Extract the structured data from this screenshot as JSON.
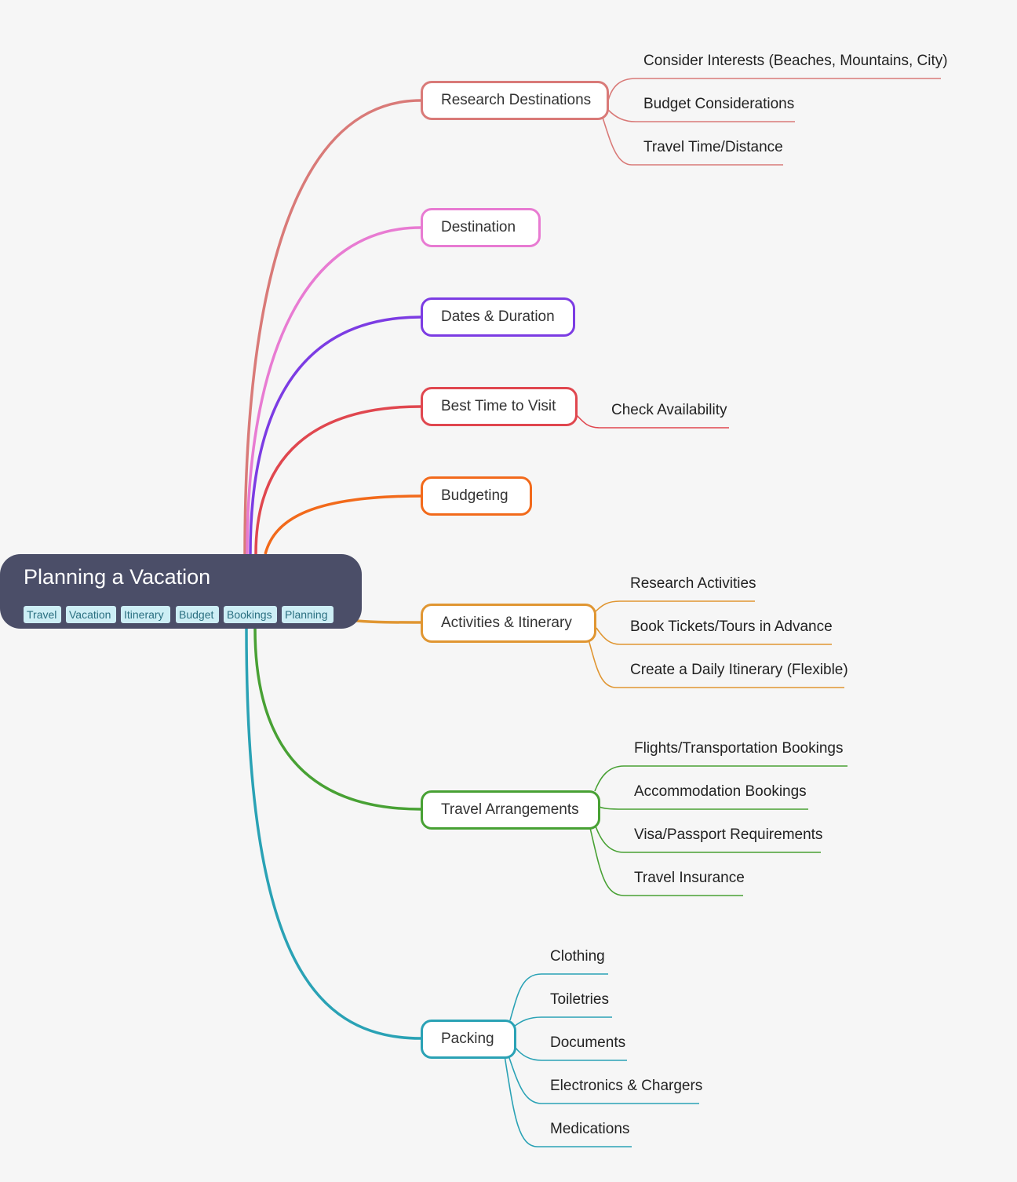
{
  "root": {
    "title": "Planning a Vacation",
    "tags": [
      "Travel",
      "Vacation",
      "Itinerary",
      "Budget",
      "Bookings",
      "Planning"
    ]
  },
  "branches": [
    {
      "label": "Research Destinations",
      "color": "#d97a78",
      "children": [
        "Consider Interests (Beaches, Mountains, City)",
        "Budget Considerations",
        "Travel Time/Distance"
      ]
    },
    {
      "label": "Destination",
      "color": "#e87bd2",
      "children": []
    },
    {
      "label": "Dates & Duration",
      "color": "#7c3ce3",
      "children": []
    },
    {
      "label": "Best Time to Visit",
      "color": "#e0474f",
      "children": [
        "Check Availability"
      ]
    },
    {
      "label": "Budgeting",
      "color": "#f26a1b",
      "children": []
    },
    {
      "label": "Activities & Itinerary",
      "color": "#e09632",
      "children": [
        "Research Activities",
        "Book Tickets/Tours in Advance",
        "Create a Daily Itinerary (Flexible)"
      ]
    },
    {
      "label": "Travel Arrangements",
      "color": "#48a134",
      "children": [
        "Flights/Transportation Bookings",
        "Accommodation Bookings",
        "Visa/Passport Requirements",
        "Travel Insurance"
      ]
    },
    {
      "label": "Packing",
      "color": "#2aa2b5",
      "children": [
        "Clothing",
        "Toiletries",
        "Documents",
        "Electronics & Chargers",
        "Medications"
      ]
    }
  ]
}
